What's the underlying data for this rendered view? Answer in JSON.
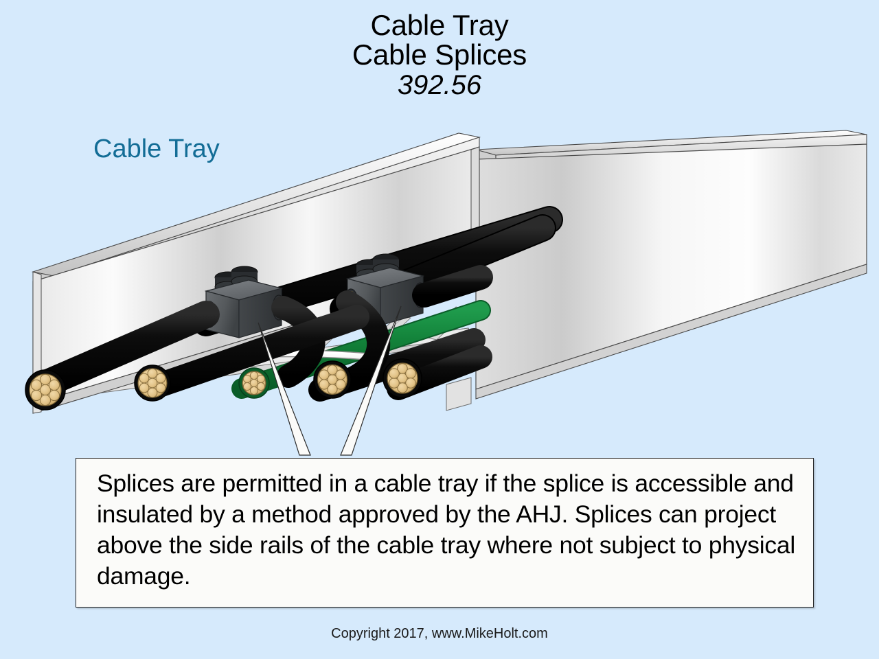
{
  "page": {
    "background_color": "#d6eafc"
  },
  "title": {
    "line1": "Cable Tray",
    "line2": "Cable Splices",
    "code": "392.56"
  },
  "labels": {
    "cable_tray": "Cable Tray",
    "cable_tray_color": "#136d96"
  },
  "caption": {
    "text": "Splices are permitted in a cable tray if the splice is accessible and insulated by a method approved by the AHJ. Splices can project above the side rails of the cable tray where not subject to physical damage.",
    "background_color": "#fbfbf9",
    "border_color": "#1a1a1a"
  },
  "footer": {
    "copyright": "Copyright 2017, www.MikeHolt.com"
  },
  "illustration": {
    "description": "Isometric ladder-type cable tray with two splice boxes and cables",
    "colors": {
      "tray_metal_light": "#fdfdfd",
      "tray_metal_mid": "#d9d9d9",
      "tray_metal_shadow": "#b4b4b4",
      "tray_outline": "#3a3a3a",
      "cable_black": "#0a0a0a",
      "cable_green": "#128139",
      "cable_white": "#f2f2f2",
      "copper_strand": "#e3c489",
      "copper_strand_outline": "#7a6233",
      "splice_box_body": "#55595c",
      "splice_box_dark": "#303336",
      "splice_box_hub": "#1d1f21",
      "hub_ring_brass": "#c9a227",
      "pointer_fill": "#fbfbf9",
      "pointer_stroke": "#2a2a2a"
    },
    "cable_ends": [
      {
        "name": "cable-end-1",
        "color": "black"
      },
      {
        "name": "cable-end-2",
        "color": "black"
      },
      {
        "name": "cable-end-3",
        "color": "green"
      },
      {
        "name": "cable-end-4",
        "color": "black"
      },
      {
        "name": "cable-end-5",
        "color": "black"
      }
    ],
    "splice_boxes": [
      {
        "name": "splice-box-left"
      },
      {
        "name": "splice-box-right"
      }
    ]
  }
}
